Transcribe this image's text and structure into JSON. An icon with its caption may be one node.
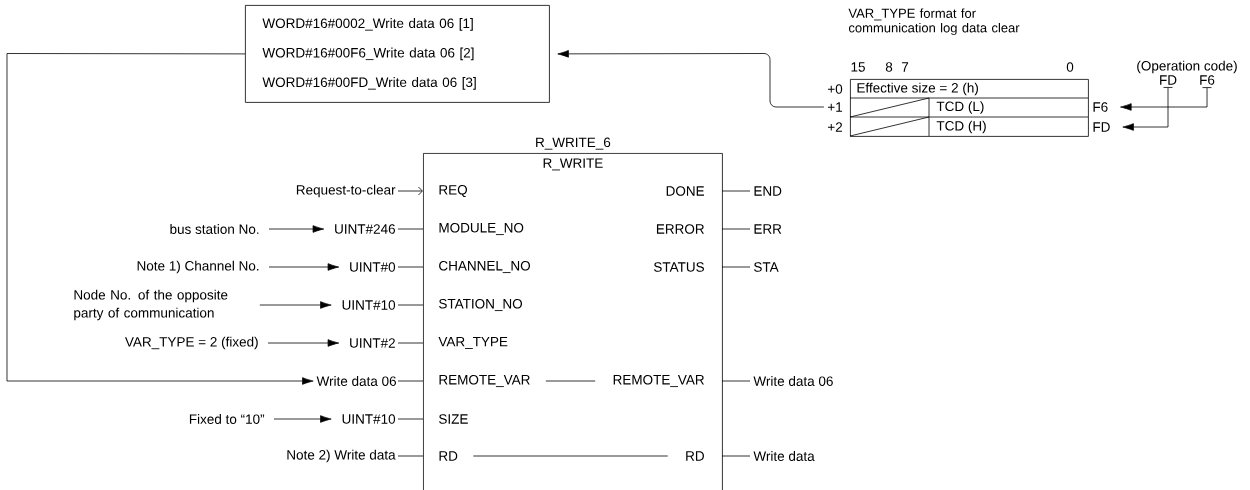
{
  "diagram": {
    "nodes": [
      {
        "text": [
          "WORD#16#0002_Write data 06 [1]",
          "WORD#16#00F6_Write data 06 [2]",
          "WORD#16#00FD_Write data 06 [3]"
        ]
      },
      {
        "text": [
          "R_WRITE_6",
          "R_WRITE"
        ]
      },
      {
        "text": [
          "REQ"
        ],
        "in": 1
      },
      {
        "text": [
          "MODULE_NO"
        ],
        "in": 1
      },
      {
        "text": [
          "CHANNEL_NO"
        ],
        "in": 1
      },
      {
        "text": [
          "STATION_NO"
        ],
        "in": 1
      },
      {
        "text": [
          "VAR_TYPE"
        ],
        "in": 1
      },
      {
        "text": [
          "REMOTE_VAR"
        ],
        "in": 1
      },
      {
        "text": [
          "SIZE"
        ],
        "in": 1
      },
      {
        "text": [
          "RD"
        ],
        "in": 1
      },
      {
        "text": [
          "DONE"
        ],
        "in": 1
      },
      {
        "text": [
          "ERROR"
        ],
        "in": 1
      },
      {
        "text": [
          "STATUS"
        ],
        "in": 1
      },
      {
        "text": [
          "REMOTE_VAR"
        ],
        "in": 1
      },
      {
        "text": [
          "RD"
        ],
        "in": 1
      },
      {
        "text": [
          "Request-to-clear"
        ]
      },
      {
        "text": [
          "bus station No."
        ]
      },
      {
        "text": [
          "UINT#246"
        ]
      },
      {
        "text": [
          "Note 1) Channel No."
        ]
      },
      {
        "text": [
          "UINT#0"
        ]
      },
      {
        "text": [
          "Node No. of the opposite party of communication"
        ]
      },
      {
        "text": [
          "UINT#10"
        ]
      },
      {
        "text": [
          "VAR_TYPE = 2 (fixed)"
        ]
      },
      {
        "text": [
          "UINT#2"
        ]
      },
      {
        "text": [
          "Write data 06"
        ]
      },
      {
        "text": [
          "Fixed to “10”"
        ]
      },
      {
        "text": [
          "UINT#10"
        ]
      },
      {
        "text": [
          "Note 2) Write data"
        ]
      },
      {
        "text": [
          "END"
        ]
      },
      {
        "text": [
          "ERR"
        ]
      },
      {
        "text": [
          "STA"
        ]
      },
      {
        "text": [
          "Write data 06"
        ]
      },
      {
        "text": [
          "Write data"
        ]
      },
      {
        "text": [
          "VAR_TYPE format for communication log data clear",
          "Effective size = 2 (h)",
          "TCD (L)",
          "TCD (H)"
        ]
      },
      {
        "text": [
          "+1"
        ]
      },
      {
        "text": [
          "F6"
        ]
      },
      {
        "text": [
          "FD"
        ]
      },
      {
        "text": [
          "FD"
        ]
      },
      {
        "text": [
          "F6"
        ]
      }
    ],
    "edges": [
      {
        "from": 15,
        "to": 2,
        "arrow": "to"
      },
      {
        "from": 16,
        "to": 17,
        "arrow": "to"
      },
      {
        "from": 17,
        "to": 3,
        "arrow": "none"
      },
      {
        "from": 18,
        "to": 19,
        "arrow": "to"
      },
      {
        "from": 19,
        "to": 4,
        "arrow": "none"
      },
      {
        "from": 20,
        "to": 21,
        "arrow": "to"
      },
      {
        "from": 21,
        "to": 5,
        "arrow": "none"
      },
      {
        "from": 22,
        "to": 23,
        "arrow": "to"
      },
      {
        "from": 23,
        "to": 6,
        "arrow": "none"
      },
      {
        "from": 0,
        "to": 24,
        "arrow": "to"
      },
      {
        "from": 24,
        "to": 7,
        "arrow": "none"
      },
      {
        "from": 25,
        "to": 26,
        "arrow": "to"
      },
      {
        "from": 26,
        "to": 8,
        "arrow": "none"
      },
      {
        "from": 27,
        "to": 9,
        "arrow": "none"
      },
      {
        "from": 7,
        "to": 13,
        "arrow": "none"
      },
      {
        "from": 9,
        "to": 14,
        "arrow": "none"
      },
      {
        "from": 10,
        "to": 28,
        "arrow": "none"
      },
      {
        "from": 11,
        "to": 29,
        "arrow": "none"
      },
      {
        "from": 12,
        "to": 30,
        "arrow": "none"
      },
      {
        "from": 13,
        "to": 31,
        "arrow": "none"
      },
      {
        "from": 14,
        "to": 32,
        "arrow": "none"
      },
      {
        "from": 34,
        "to": 0,
        "arrow": "to"
      },
      {
        "from": 38,
        "to": 35,
        "arrow": "to"
      },
      {
        "from": 37,
        "to": 36,
        "arrow": "to"
      }
    ],
    "labels": [
      "15",
      "8",
      "7",
      "0",
      "+0",
      "+2",
      "(Operation code)"
    ]
  }
}
